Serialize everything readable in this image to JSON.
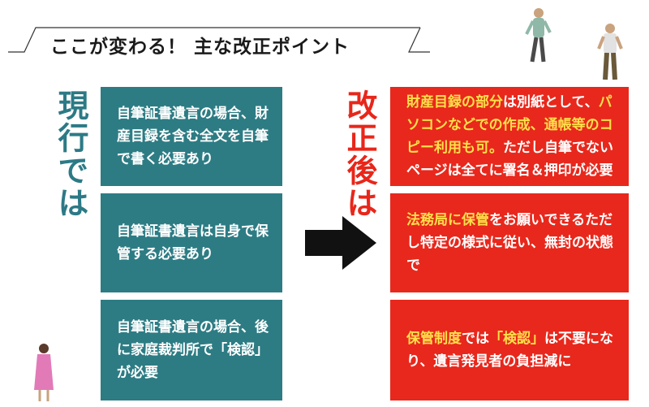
{
  "title": "ここが変わる！ 主な改正ポイント",
  "labels": {
    "current": "現行では",
    "revised": "改正後は"
  },
  "current_items": [
    "自筆証書遺言の場合、財産目録を含む全文を自筆で書く必要あり",
    "自筆証書遺言は自身で保管する必要あり",
    "自筆証書遺言の場合、後に家庭裁判所で「検認」が必要"
  ],
  "revised_items": [
    [
      {
        "t": "財産目録の部分",
        "hl": true
      },
      {
        "t": "は別紙として、",
        "hl": false
      },
      {
        "t": "パソコンなどでの作成、通帳等のコピー利用も可。",
        "hl": true
      },
      {
        "t": "ただし自筆でないページは全てに署名＆押印が必要",
        "hl": false
      }
    ],
    [
      {
        "t": "法務局に保管",
        "hl": true
      },
      {
        "t": "をお願いできるただし特定の様式に従い、無封の状態で",
        "hl": false
      }
    ],
    [
      {
        "t": "保管制度",
        "hl": true
      },
      {
        "t": "では",
        "hl": false
      },
      {
        "t": "「検認」",
        "hl": true
      },
      {
        "t": "は不要になり、遺言発見者の負担減に",
        "hl": false
      }
    ]
  ],
  "colors": {
    "teal": "#2d7c84",
    "red": "#e8281c",
    "highlight": "#ffe04a"
  },
  "icons": {
    "arrow": "right-arrow-icon"
  }
}
